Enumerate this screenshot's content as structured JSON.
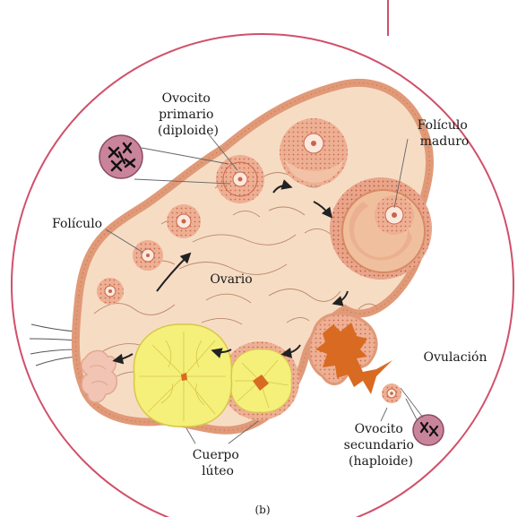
{
  "labels": {
    "ovocito_primario": [
      "Ovocito",
      "primario",
      "(diploide)"
    ],
    "foliculo_maduro": [
      "Folículo",
      "maduro"
    ],
    "foliculo": "Folículo",
    "ovario": "Ovario",
    "ovulacion": "Ovulación",
    "ovocito_secundario": [
      "Ovocito",
      "secundario",
      "(haploide)"
    ],
    "cuerpo_luteo": [
      "Cuerpo",
      "lúteo"
    ],
    "panel": "(b)"
  },
  "colors": {
    "circle_border": "#d0506a",
    "ovary_fill": "#f7dcc4",
    "ovary_edge": "#e09a78",
    "follicle_cells": "#e8a585",
    "follicle_dot": "#c9644a",
    "corpus_luteum": "#f4f07a",
    "corpus_edge": "#d9c64a",
    "ovulation": "#d96a22",
    "chromosome_cell": "#c9849c",
    "albicans": "#f2c4b4"
  }
}
